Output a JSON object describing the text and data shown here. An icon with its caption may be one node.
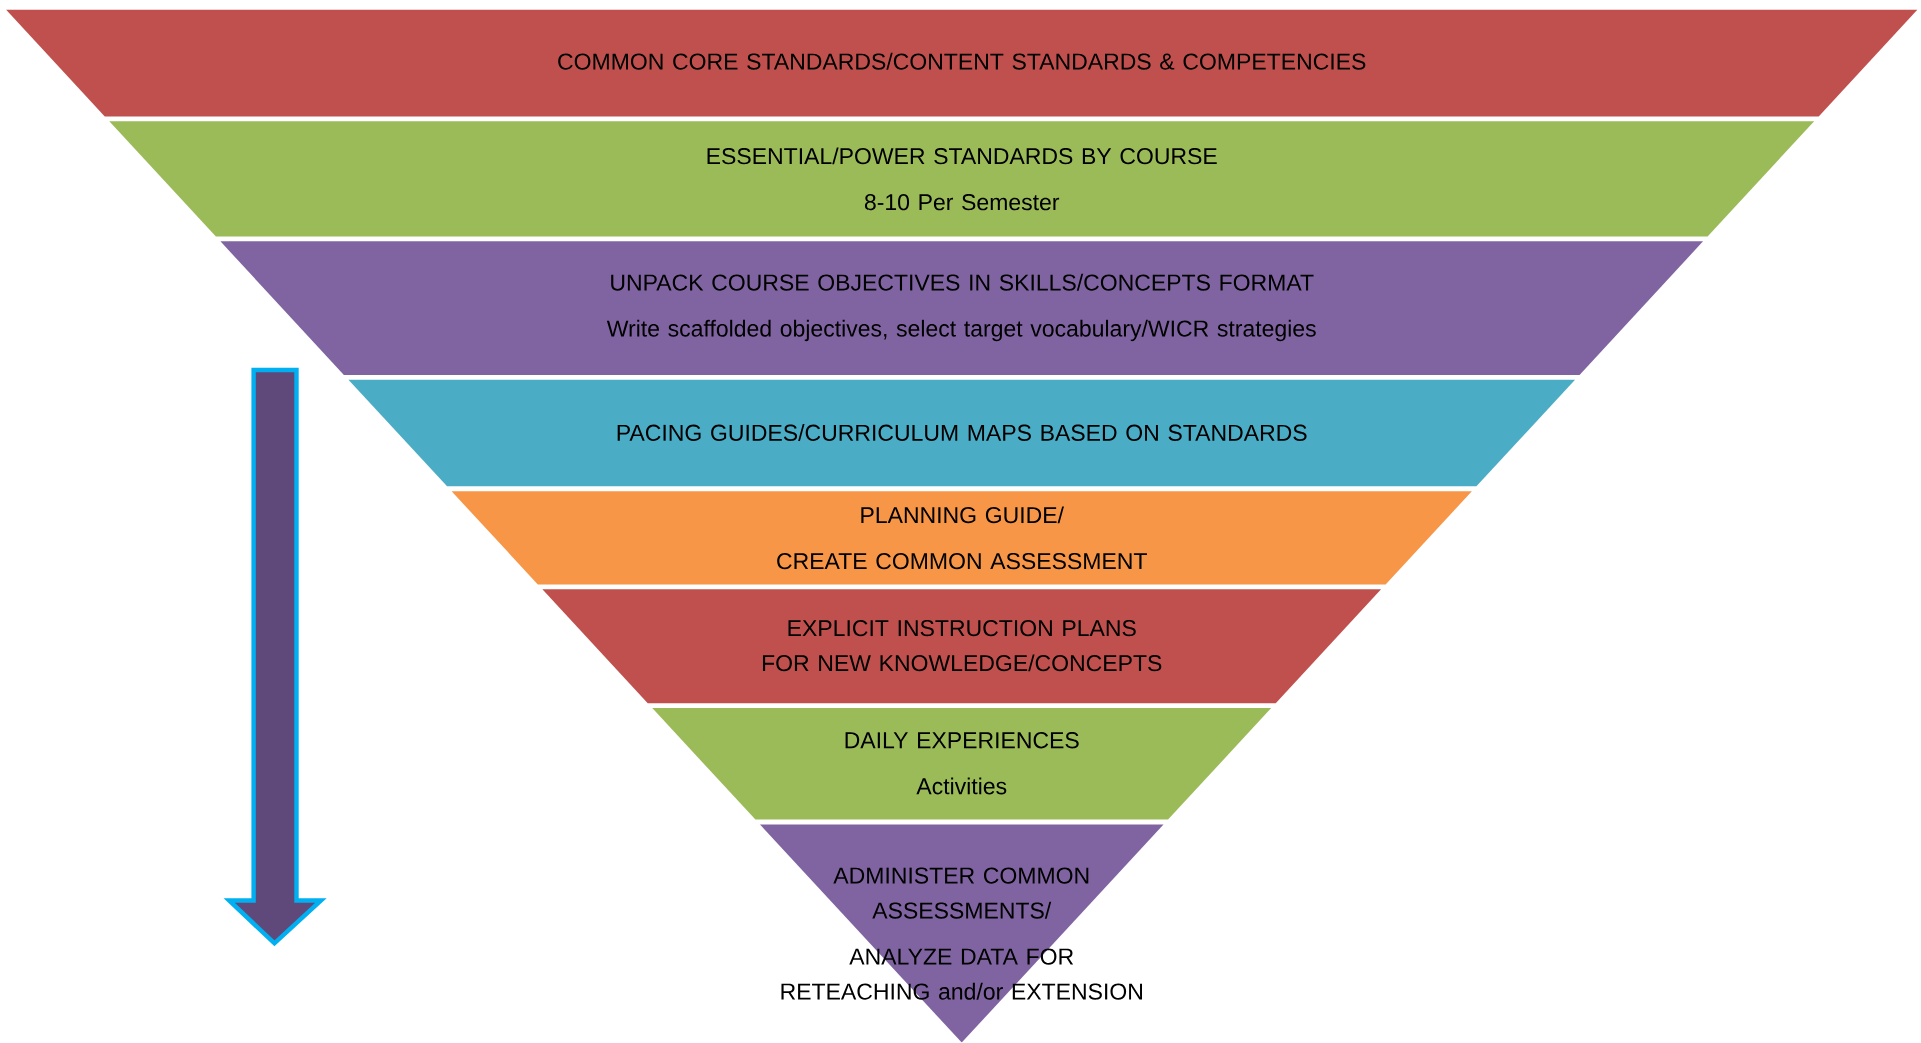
{
  "diagram": {
    "nodes": [
      {
        "text": [
          "COMMON CORE STANDARDS/CONTENT STANDARDS & COMPETENCIES"
        ]
      },
      {
        "text": [
          "ESSENTIAL/POWER STANDARDS BY COURSE",
          "8-10 Per Semester"
        ]
      },
      {
        "text": [
          "UNPACK COURSE OBJECTIVES IN SKILLS/CONCEPTS FORMAT",
          "Write scaffolded objectives, select target vocabulary/WICR strategies"
        ]
      },
      {
        "text": [
          "PACING GUIDES/CURRICULUM MAPS BASED ON STANDARDS"
        ]
      },
      {
        "text": [
          "PLANNING GUIDE/",
          "CREATE COMMON ASSESSMENT"
        ]
      },
      {
        "text": [
          "EXPLICIT INSTRUCTION PLANS FOR NEW KNOWLEDGE/CONCEPTS"
        ]
      },
      {
        "text": [
          "DAILY EXPERIENCES",
          "Activities"
        ]
      },
      {
        "text": [
          "ADMINISTER COMMON ASSESSMENTS/",
          "ANALYZE DATA FOR RETEACHING and/or EXTENSION"
        ]
      }
    ]
  }
}
